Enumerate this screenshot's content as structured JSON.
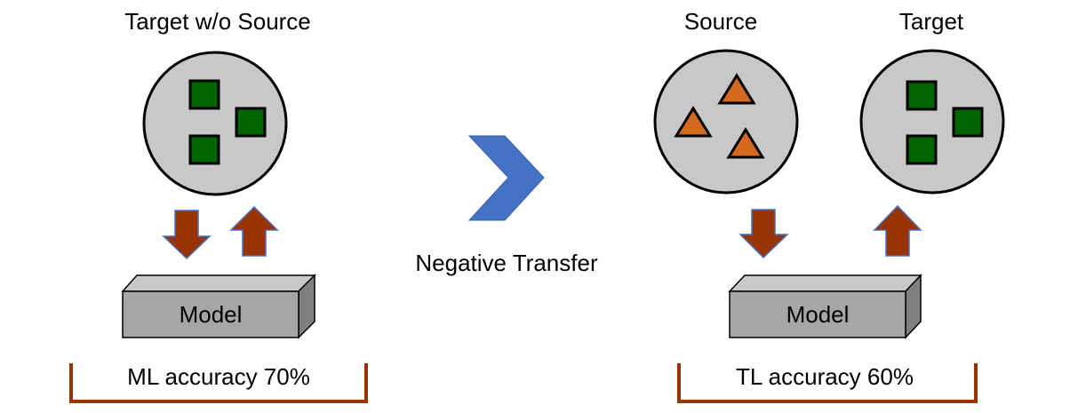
{
  "left_panel": {
    "title": "Target w/o Source",
    "model_label": "Model",
    "accuracy_label": "ML accuracy 70%"
  },
  "middle": {
    "label": "Negative Transfer"
  },
  "right_panel": {
    "source_title": "Source",
    "target_title": "Target",
    "model_label": "Model",
    "accuracy_label": "TL accuracy 60%"
  },
  "colors": {
    "circle_fill": "#c8c8c8",
    "square_fill": "#006400",
    "triangle_fill": "#d2691e",
    "arrow_fill": "#993300",
    "arrow_stroke": "#4472c4",
    "chevron_fill": "#4472c4",
    "box_front": "#a6a6a6",
    "box_top": "#c9c9c9",
    "box_side": "#7f7f7f",
    "bracket": "#993300"
  },
  "icons": {
    "target_items": "green-square",
    "source_items": "orange-triangle",
    "transfer": "chevron-right"
  }
}
